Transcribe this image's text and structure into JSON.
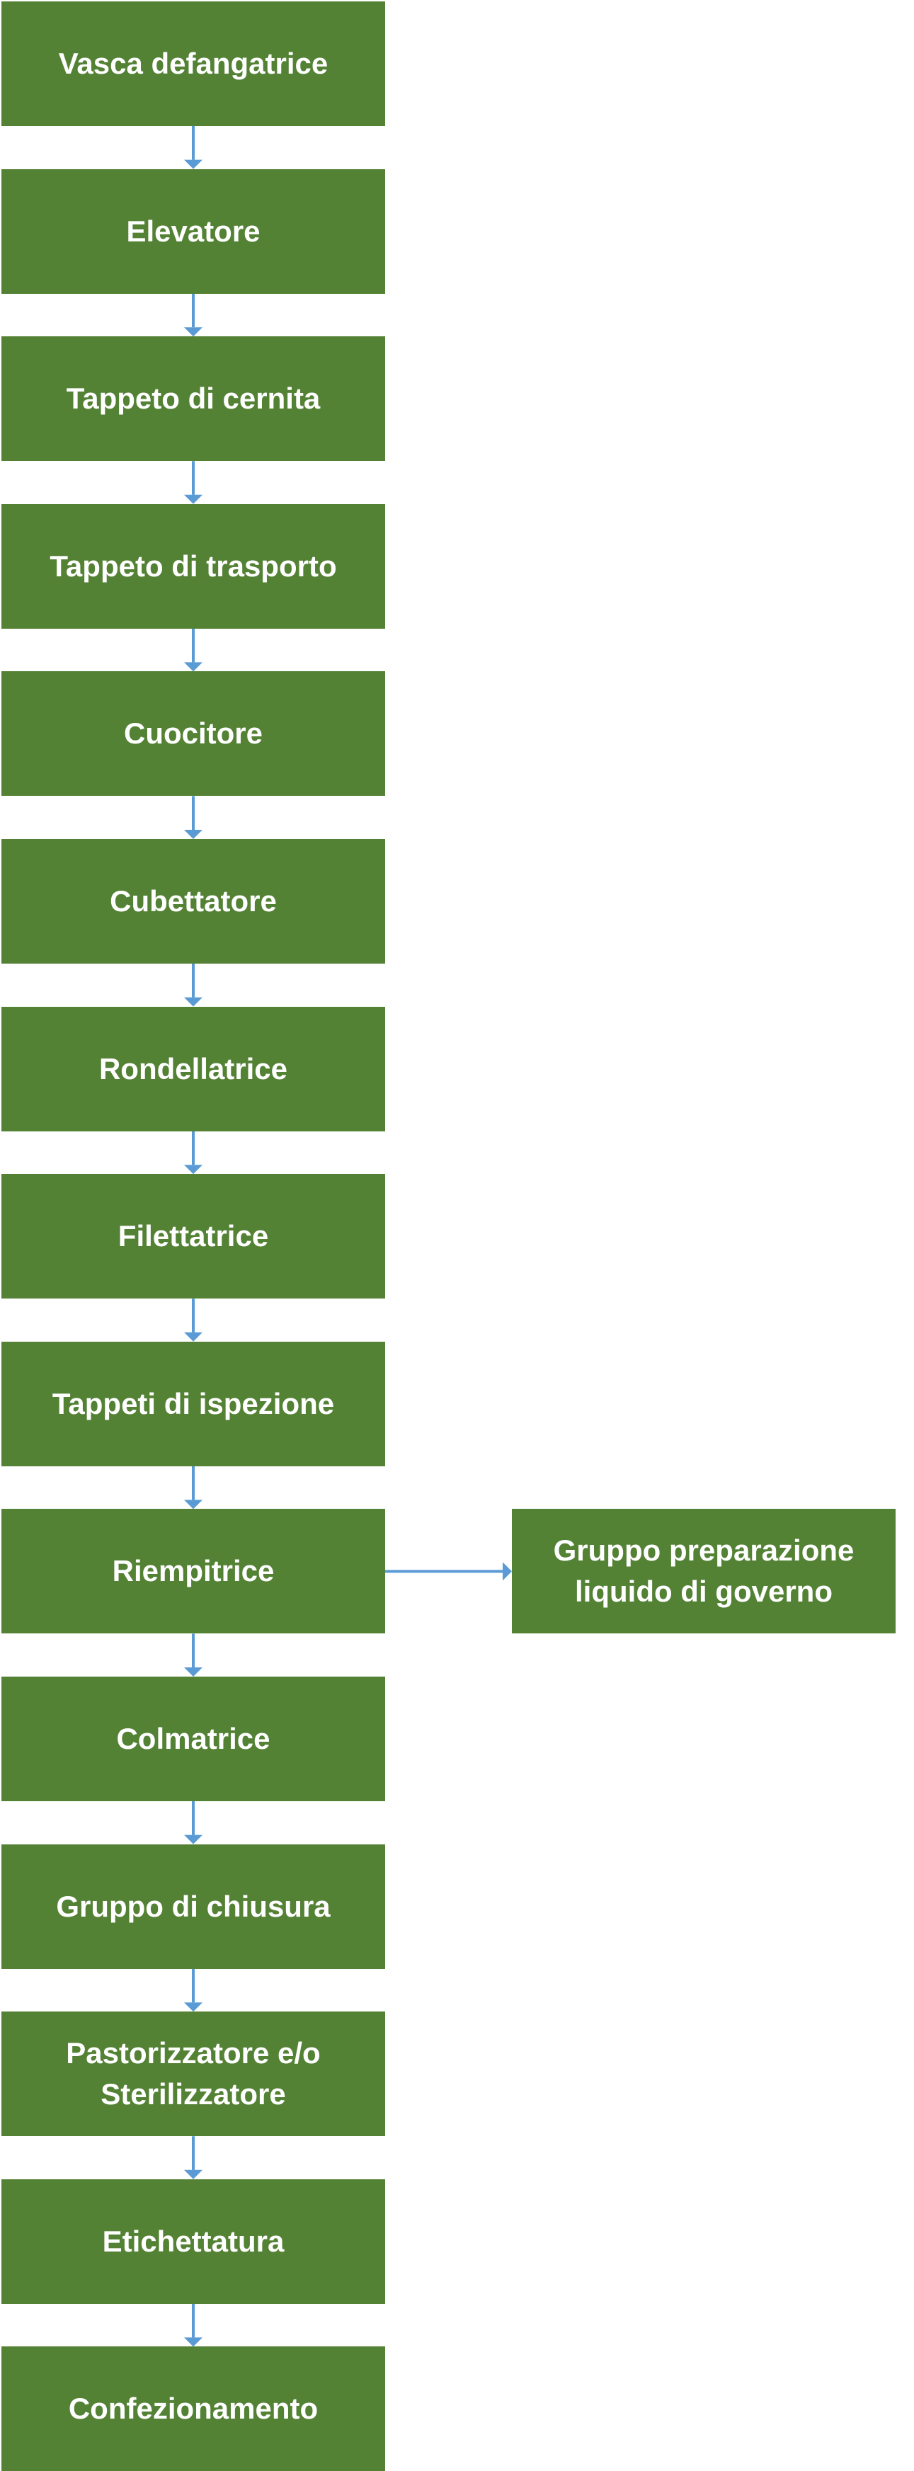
{
  "colors": {
    "box_fill": "#548235",
    "box_text": "#ffffff",
    "arrow": "#5b9bd5"
  },
  "steps": [
    {
      "label": "Vasca defangatrice"
    },
    {
      "label": "Elevatore"
    },
    {
      "label": "Tappeto di cernita"
    },
    {
      "label": "Tappeto di trasporto"
    },
    {
      "label": "Cuocitore"
    },
    {
      "label": "Cubettatore"
    },
    {
      "label": "Rondellatrice"
    },
    {
      "label": "Filettatrice"
    },
    {
      "label": "Tappeti di ispezione"
    },
    {
      "label": "Riempitrice"
    },
    {
      "label": "Colmatrice"
    },
    {
      "label": "Gruppo di chiusura"
    },
    {
      "label": "Pastorizzatore e/o Sterilizzatore"
    },
    {
      "label": "Etichettatura"
    },
    {
      "label": "Confezionamento"
    }
  ],
  "side_step": {
    "label": "Gruppo preparazione liquido di governo",
    "connected_to": "Riempitrice"
  }
}
